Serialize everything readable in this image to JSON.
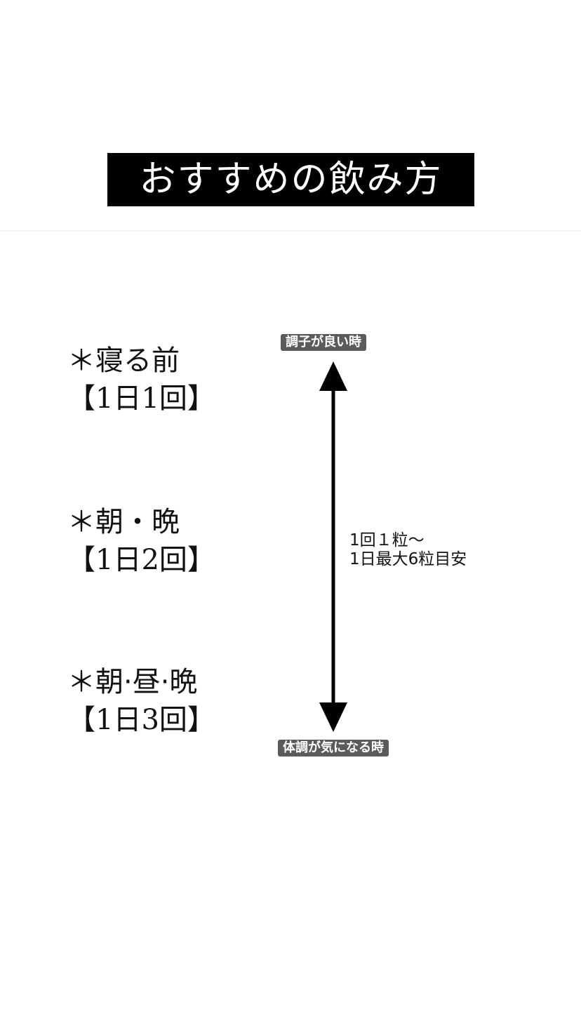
{
  "title": "おすすめの飲み方",
  "doses": [
    {
      "when": "＊寝る前",
      "count": "【1日1回】"
    },
    {
      "when": "＊朝・晩",
      "count": "【1日2回】"
    },
    {
      "when": "＊朝·昼·晩",
      "count": "【1日3回】"
    }
  ],
  "scale": {
    "top_label": "調子が良い時",
    "bottom_label": "体調が気になる時",
    "note_line1": "1回１粒〜",
    "note_line2": "1日最大6粒目安"
  },
  "colors": {
    "title_background": "#000000",
    "title_text": "#ffffff",
    "tag_background": "#5b5b5b",
    "arrow": "#000000"
  }
}
